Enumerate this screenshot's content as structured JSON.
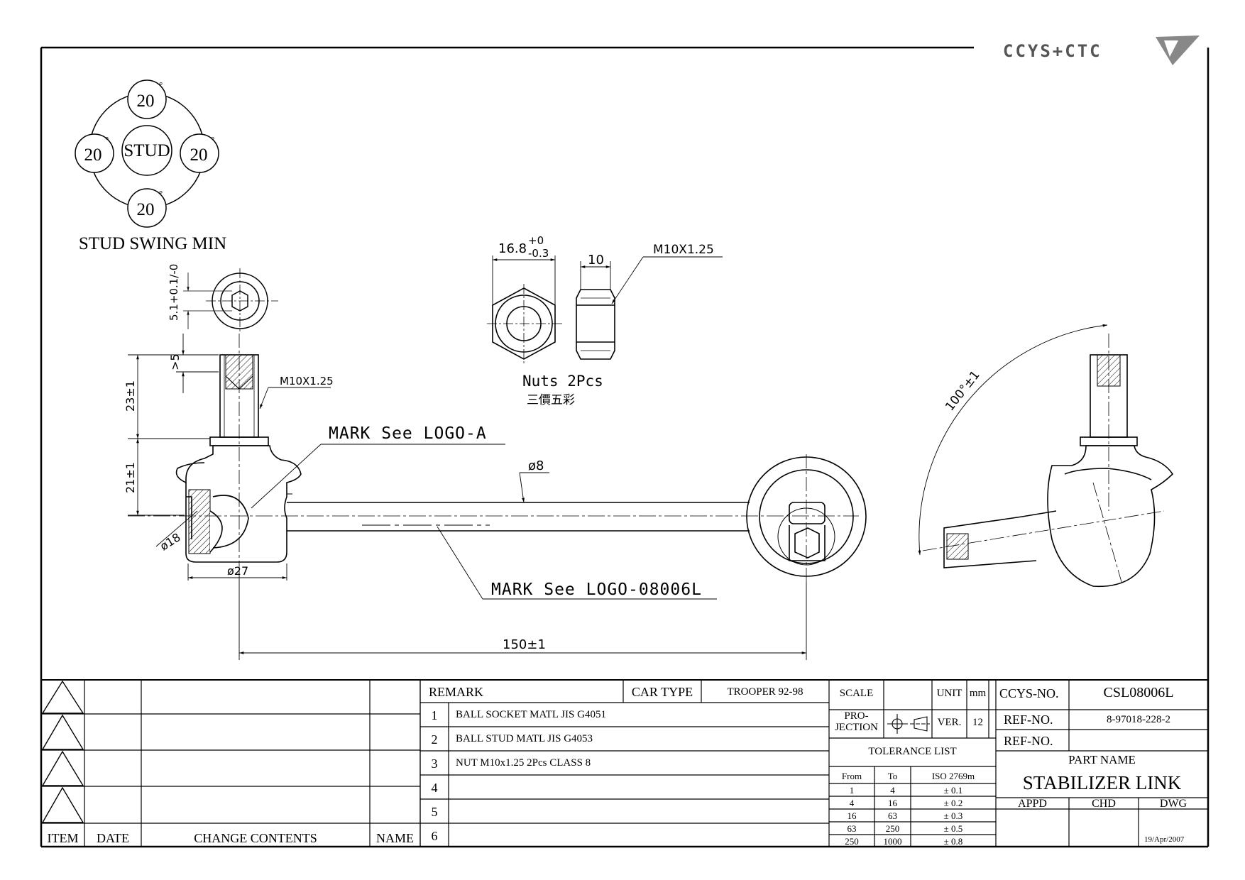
{
  "brand": {
    "logo_text": "CCYS+CTC"
  },
  "swing": {
    "center": "STUD",
    "top": "20",
    "left": "20",
    "right": "20",
    "bottom": "20",
    "caption": "STUD SWING MIN"
  },
  "dims": {
    "hex": "5.1+0.1/-0",
    "gt5": ">5",
    "len_23": "23±1",
    "thread_stud": "M10X1.25",
    "len_21": "21±1",
    "dia_18": "ø18",
    "dia_27": "ø27",
    "dia_8": "ø8",
    "len_150": "150±1",
    "nut_width": "16.8",
    "nut_tol_plus": "+0",
    "nut_tol_minus": "-0.3",
    "nut_thick": "10",
    "nut_thread": "M10X1.25",
    "angle": "100°±1"
  },
  "notes": {
    "mark_logo_a": "MARK See LOGO-A",
    "mark_logo_b": "MARK See LOGO-08006L",
    "nuts": "Nuts 2Pcs",
    "nuts_cn": "三價五彩"
  },
  "revision": {
    "headers": {
      "item": "ITEM",
      "date": "DATE",
      "contents": "CHANGE CONTENTS",
      "name": "NAME"
    }
  },
  "remark": {
    "title": "REMARK",
    "car_type_label": "CAR TYPE",
    "car_type": "TROOPER 92-98",
    "items": [
      {
        "no": "1",
        "text": "BALL SOCKET MATL JIS G4051"
      },
      {
        "no": "2",
        "text": "BALL STUD MATL JIS G4053"
      },
      {
        "no": "3",
        "text": "NUT M10x1.25 2Pcs CLASS 8"
      },
      {
        "no": "4",
        "text": ""
      },
      {
        "no": "5",
        "text": ""
      },
      {
        "no": "6",
        "text": ""
      }
    ]
  },
  "spec": {
    "scale_label": "SCALE",
    "scale": "",
    "unit_label": "UNIT",
    "unit": "mm",
    "projection_label_1": "PRO-",
    "projection_label_2": "JECTION",
    "ver_label": "VER.",
    "ver": "12",
    "tolerance_title": "TOLERANCE LIST",
    "tol_headers": {
      "from": "From",
      "to": "To",
      "std": "ISO 2769m"
    },
    "tolerances": [
      {
        "from": "1",
        "to": "4",
        "tol": "± 0.1"
      },
      {
        "from": "4",
        "to": "16",
        "tol": "± 0.2"
      },
      {
        "from": "16",
        "to": "63",
        "tol": "± 0.3"
      },
      {
        "from": "63",
        "to": "250",
        "tol": "± 0.5"
      },
      {
        "from": "250",
        "to": "1000",
        "tol": "± 0.8"
      }
    ]
  },
  "part": {
    "ccys_label": "CCYS-NO.",
    "ccys_no": "CSL08006L",
    "ref_label": "REF-NO.",
    "ref_no": "8-97018-228-2",
    "ref2_label": "REF-NO.",
    "ref2_no": "",
    "name_label": "PART NAME",
    "name": "STABILIZER LINK",
    "appd": "APPD",
    "chd": "CHD",
    "dwg": "DWG",
    "date": "19/Apr/2007"
  }
}
